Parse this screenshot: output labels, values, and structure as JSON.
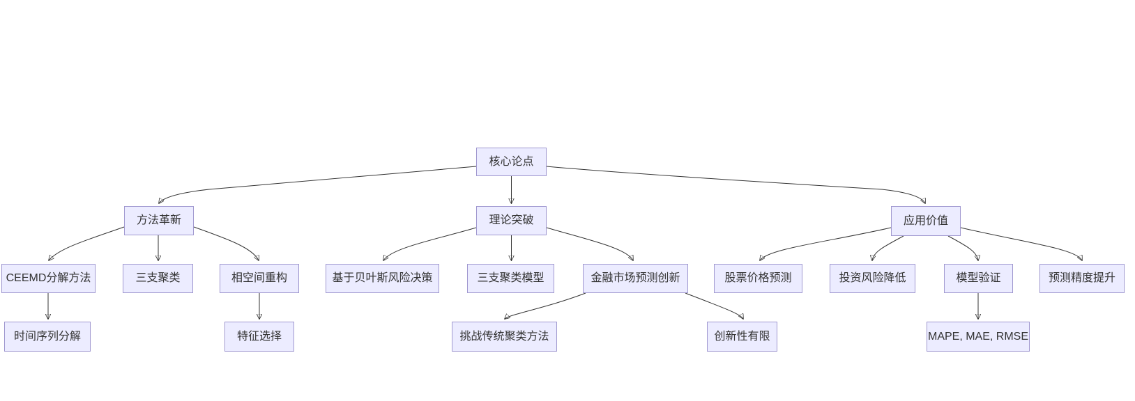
{
  "page": {
    "background": "#ffffff"
  },
  "diagram": {
    "type": "flowchart-top-down",
    "nodes": {
      "root": {
        "label": "核心论点"
      },
      "method": {
        "label": "方法革新"
      },
      "theory": {
        "label": "理论突破"
      },
      "application": {
        "label": "应用价值"
      },
      "ceemd": {
        "label": "CEEMD分解方法"
      },
      "three_way": {
        "label": "三支聚类"
      },
      "phase_space": {
        "label": "相空间重构"
      },
      "bayes": {
        "label": "基于贝叶斯风险决策"
      },
      "three_way_model": {
        "label": "三支聚类模型"
      },
      "finance_innovation": {
        "label": "金融市场预测创新"
      },
      "stock_prediction": {
        "label": "股票价格预测"
      },
      "risk_reduction": {
        "label": "投资风险降低"
      },
      "model_validation": {
        "label": "模型验证"
      },
      "accuracy_improvement": {
        "label": "预测精度提升"
      },
      "time_series": {
        "label": "时间序列分解"
      },
      "feature_selection": {
        "label": "特征选择"
      },
      "challenge_clustering": {
        "label": "挑战传统聚类方法"
      },
      "limited_innovation": {
        "label": "创新性有限"
      },
      "metrics": {
        "label": "MAPE, MAE, RMSE"
      }
    },
    "edges": [
      {
        "from": "核心论点",
        "to": "方法革新"
      },
      {
        "from": "核心论点",
        "to": "理论突破"
      },
      {
        "from": "核心论点",
        "to": "应用价值"
      },
      {
        "from": "方法革新",
        "to": "CEEMD分解方法"
      },
      {
        "from": "方法革新",
        "to": "三支聚类"
      },
      {
        "from": "方法革新",
        "to": "相空间重构"
      },
      {
        "from": "理论突破",
        "to": "基于贝叶斯风险决策"
      },
      {
        "from": "理论突破",
        "to": "三支聚类模型"
      },
      {
        "from": "理论突破",
        "to": "金融市场预测创新"
      },
      {
        "from": "应用价值",
        "to": "股票价格预测"
      },
      {
        "from": "应用价值",
        "to": "投资风险降低"
      },
      {
        "from": "应用价值",
        "to": "模型验证"
      },
      {
        "from": "应用价值",
        "to": "预测精度提升"
      },
      {
        "from": "CEEMD分解方法",
        "to": "时间序列分解"
      },
      {
        "from": "相空间重构",
        "to": "特征选择"
      },
      {
        "from": "金融市场预测创新",
        "to": "挑战传统聚类方法"
      },
      {
        "from": "金融市场预测创新",
        "to": "创新性有限"
      },
      {
        "from": "模型验证",
        "to": "MAPE, MAE, RMSE"
      }
    ],
    "colors": {
      "node_fill": "#ECECFF",
      "node_border": "#9F97CF",
      "edge": "#333333",
      "text": "#333333"
    }
  }
}
